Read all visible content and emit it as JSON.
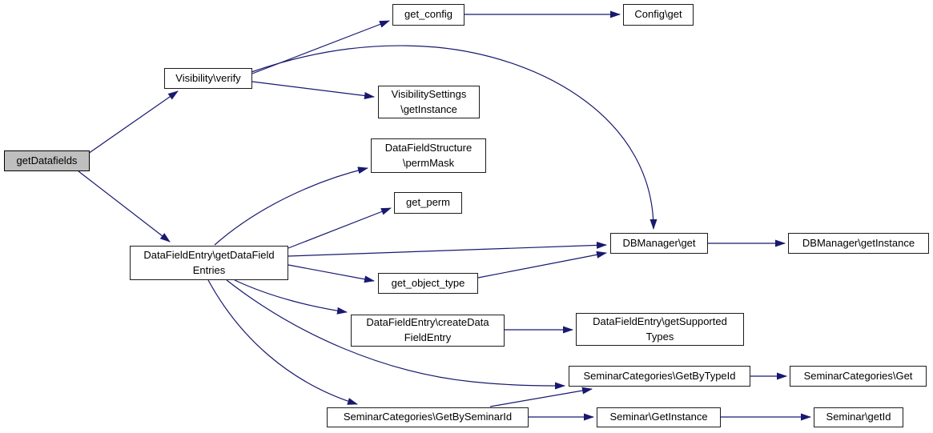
{
  "diagram": {
    "type": "call-graph",
    "colors": {
      "background": "#ffffff",
      "edge": "#191970",
      "node_fill": "#ffffff",
      "node_border": "#1c1c1c",
      "highlight_node_fill": "#bfbfbf",
      "text": "#000000"
    },
    "nodes": [
      {
        "id": "getDatafields",
        "label": "getDatafields",
        "highlighted": true
      },
      {
        "id": "get_config",
        "label": "get_config",
        "highlighted": false
      },
      {
        "id": "Config\\get",
        "label": "Config\\get",
        "highlighted": false
      },
      {
        "id": "Visibility\\verify",
        "label": "Visibility\\verify",
        "highlighted": false
      },
      {
        "id": "VisibilitySettings\\getInstance",
        "label": "VisibilitySettings\n\\getInstance",
        "highlighted": false
      },
      {
        "id": "DataFieldStructure\\permMask",
        "label": "DataFieldStructure\n\\permMask",
        "highlighted": false
      },
      {
        "id": "get_perm",
        "label": "get_perm",
        "highlighted": false
      },
      {
        "id": "DataFieldEntry\\getDataFieldEntries",
        "label": "DataFieldEntry\\getDataField\nEntries",
        "highlighted": false
      },
      {
        "id": "get_object_type",
        "label": "get_object_type",
        "highlighted": false
      },
      {
        "id": "DBManager\\get",
        "label": "DBManager\\get",
        "highlighted": false
      },
      {
        "id": "DBManager\\getInstance",
        "label": "DBManager\\getInstance",
        "highlighted": false
      },
      {
        "id": "DataFieldEntry\\createDataFieldEntry",
        "label": "DataFieldEntry\\createData\nFieldEntry",
        "highlighted": false
      },
      {
        "id": "DataFieldEntry\\getSupportedTypes",
        "label": "DataFieldEntry\\getSupported\nTypes",
        "highlighted": false
      },
      {
        "id": "SeminarCategories\\GetByTypeId",
        "label": "SeminarCategories\\GetByTypeId",
        "highlighted": false
      },
      {
        "id": "SeminarCategories\\Get",
        "label": "SeminarCategories\\Get",
        "highlighted": false
      },
      {
        "id": "SeminarCategories\\GetBySeminarId",
        "label": "SeminarCategories\\GetBySeminarId",
        "highlighted": false
      },
      {
        "id": "Seminar\\GetInstance",
        "label": "Seminar\\GetInstance",
        "highlighted": false
      },
      {
        "id": "Seminar\\getId",
        "label": "Seminar\\getId",
        "highlighted": false
      }
    ],
    "edges": [
      {
        "from": "getDatafields",
        "to": "Visibility\\verify"
      },
      {
        "from": "getDatafields",
        "to": "DataFieldEntry\\getDataFieldEntries"
      },
      {
        "from": "Visibility\\verify",
        "to": "get_config"
      },
      {
        "from": "Visibility\\verify",
        "to": "VisibilitySettings\\getInstance"
      },
      {
        "from": "Visibility\\verify",
        "to": "DBManager\\get"
      },
      {
        "from": "get_config",
        "to": "Config\\get"
      },
      {
        "from": "DataFieldEntry\\getDataFieldEntries",
        "to": "DataFieldStructure\\permMask"
      },
      {
        "from": "DataFieldEntry\\getDataFieldEntries",
        "to": "get_perm"
      },
      {
        "from": "DataFieldEntry\\getDataFieldEntries",
        "to": "DBManager\\get"
      },
      {
        "from": "DataFieldEntry\\getDataFieldEntries",
        "to": "get_object_type"
      },
      {
        "from": "DataFieldEntry\\getDataFieldEntries",
        "to": "DataFieldEntry\\createDataFieldEntry"
      },
      {
        "from": "DataFieldEntry\\getDataFieldEntries",
        "to": "SeminarCategories\\GetByTypeId"
      },
      {
        "from": "DataFieldEntry\\getDataFieldEntries",
        "to": "SeminarCategories\\GetBySeminarId"
      },
      {
        "from": "get_object_type",
        "to": "DBManager\\get"
      },
      {
        "from": "DBManager\\get",
        "to": "DBManager\\getInstance"
      },
      {
        "from": "DataFieldEntry\\createDataFieldEntry",
        "to": "DataFieldEntry\\getSupportedTypes"
      },
      {
        "from": "SeminarCategories\\GetByTypeId",
        "to": "SeminarCategories\\Get"
      },
      {
        "from": "SeminarCategories\\GetBySeminarId",
        "to": "SeminarCategories\\GetByTypeId"
      },
      {
        "from": "SeminarCategories\\GetBySeminarId",
        "to": "Seminar\\GetInstance"
      },
      {
        "from": "Seminar\\GetInstance",
        "to": "Seminar\\getId"
      }
    ]
  }
}
